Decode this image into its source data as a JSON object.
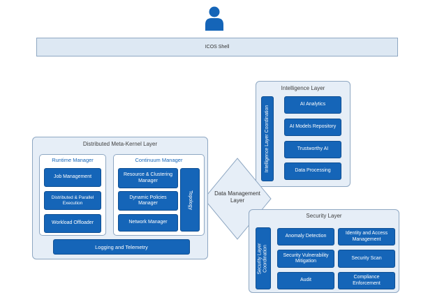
{
  "shell": {
    "label": "ICOS Shell"
  },
  "intelligence": {
    "title": "Intelligence Layer",
    "coordination": "Intelligence Layer Coordination",
    "items": [
      "AI Analytics",
      "AI Models Repository",
      "Trustworthy AI",
      "Data Processing"
    ]
  },
  "metakernel": {
    "title": "Distributed Meta-Kernel Layer",
    "runtime": {
      "title": "Runtime Manager",
      "items": [
        "Job Management",
        "Distributed & Parallel Execution",
        "Workload Offloader"
      ]
    },
    "continuum": {
      "title": "Continuum Manager",
      "items": [
        "Resource & Clustering Manager",
        "Dynamic Policies Manager",
        "Network Manager"
      ],
      "topology": "Topology"
    },
    "logging": "Logging and Telemetry"
  },
  "data_management": {
    "label": "Data Management Layer"
  },
  "security": {
    "title": "Security Layer",
    "coordination": "Security Layer Coordination",
    "items": [
      "Anomaly Detection",
      "Identity and Access Management",
      "Security Vulnerability Mitigation",
      "Security Scan",
      "Audit",
      "Compliance Enforcement"
    ]
  },
  "colors": {
    "accent": "#1565b8",
    "layer_bg": "#e6eef7",
    "border": "#8ea7c2"
  }
}
